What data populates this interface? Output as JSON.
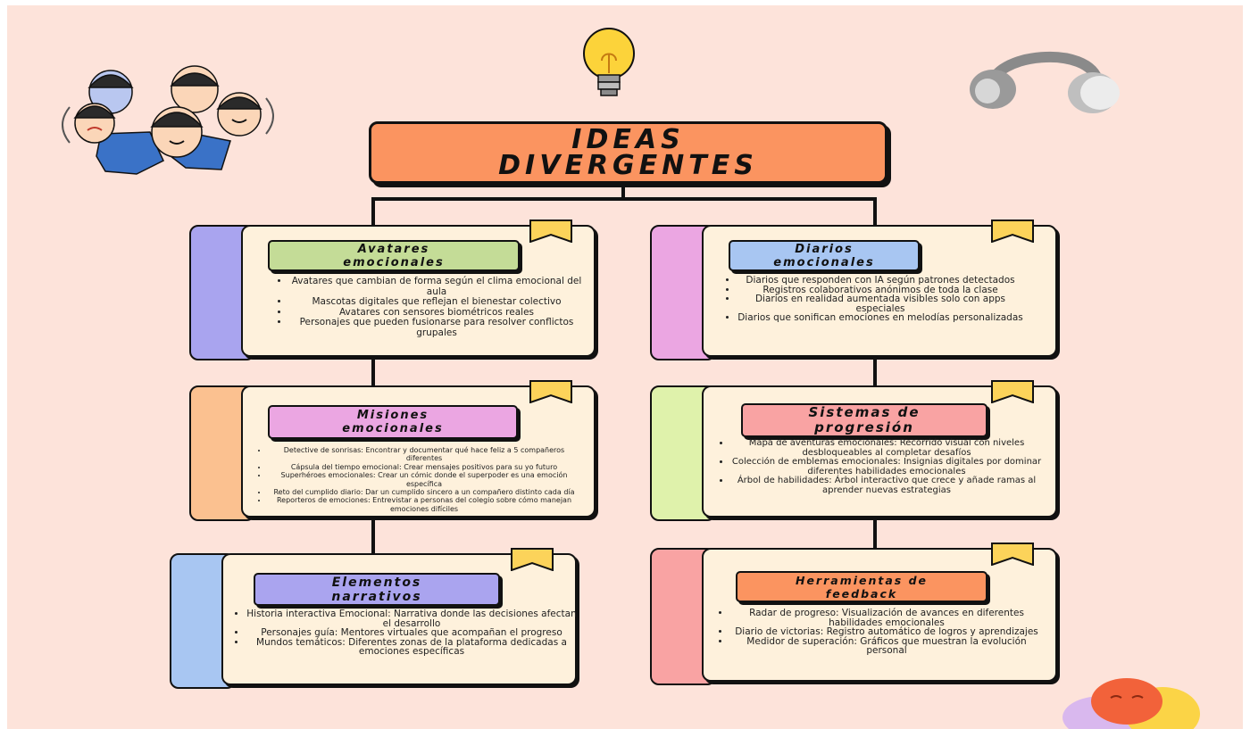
{
  "title": {
    "line1": "IDEAS",
    "line2": "DIVERGENTES"
  },
  "colors": {
    "background": "#fde3da",
    "title_fill": "#fb9460",
    "card_fill": "#fef1dc",
    "bookmark": "#fcd35a"
  },
  "icons": [
    "emotional-faces-group-icon",
    "lightbulb-icon",
    "headphones-icon",
    "emoji-blobs-icon",
    "bookmark-icon"
  ],
  "cards": [
    {
      "id": "avatares",
      "title_line1": "Avatares",
      "title_line2": "emocionales",
      "tab_color": "#a9a4ef",
      "label_color": "#c4dc97",
      "items": [
        "Avatares que cambian de forma según el clima emocional del aula",
        "Mascotas digitales que reflejan el bienestar colectivo",
        "Avatares con sensores biométricos reales",
        "Personajes que pueden fusionarse para resolver conflictos grupales"
      ]
    },
    {
      "id": "diarios",
      "title_line1": "Diarios",
      "title_line2": "emocionales",
      "tab_color": "#eba6e2",
      "label_color": "#a8c6f2",
      "items": [
        "Diarios que responden con IA según patrones detectados",
        "Registros colaborativos anónimos de toda la clase",
        "Diarios en realidad aumentada visibles solo con apps especiales",
        "Diarios que sonifican emociones en melodías personalizadas"
      ]
    },
    {
      "id": "misiones",
      "title_line1": "Misiones",
      "title_line2": "emocionales",
      "tab_color": "#fbc190",
      "label_color": "#eba6e2",
      "items": [
        "Detective de sonrisas: Encontrar y documentar qué hace feliz a 5 compañeros diferentes",
        "Cápsula del tiempo emocional: Crear mensajes positivos para su yo futuro",
        "Superhéroes emocionales: Crear un cómic donde el superpoder es una emoción específica",
        "Reto del cumplido diario: Dar un cumplido sincero a un compañero distinto cada día",
        "Reporteros de emociones: Entrevistar a personas del colegio sobre cómo manejan emociones difíciles"
      ]
    },
    {
      "id": "sistemas",
      "title_line1": "Sistemas de",
      "title_line2": "progresión",
      "tab_color": "#dff2ab",
      "label_color": "#f9a3a3",
      "items": [
        "Mapa de aventuras emocionales: Recorrido visual con niveles desbloqueables al completar desafíos",
        "Colección de emblemas emocionales: Insignias digitales por dominar diferentes habilidades emocionales",
        "Árbol de habilidades: Árbol interactivo que crece y añade ramas al aprender nuevas estrategias"
      ]
    },
    {
      "id": "elementos",
      "title_line1": "Elementos",
      "title_line2": "narrativos",
      "tab_color": "#a8c6f2",
      "label_color": "#aaa4ef",
      "items": [
        "Historia interactiva Emocional: Narrativa donde las decisiones afectan el desarrollo",
        "Personajes guía: Mentores virtuales que acompañan el progreso",
        "Mundos temáticos: Diferentes zonas de la plataforma dedicadas a emociones específicas"
      ]
    },
    {
      "id": "herramientas",
      "title_line1": "Herramientas de",
      "title_line2": "feedback",
      "tab_color": "#f9a3a3",
      "label_color": "#fb9460",
      "items": [
        "Radar de progreso: Visualización de avances en diferentes habilidades emocionales",
        "Diario de victorias: Registro automático de logros y aprendizajes",
        "Medidor de superación: Gráficos que muestran la evolución personal"
      ]
    }
  ]
}
